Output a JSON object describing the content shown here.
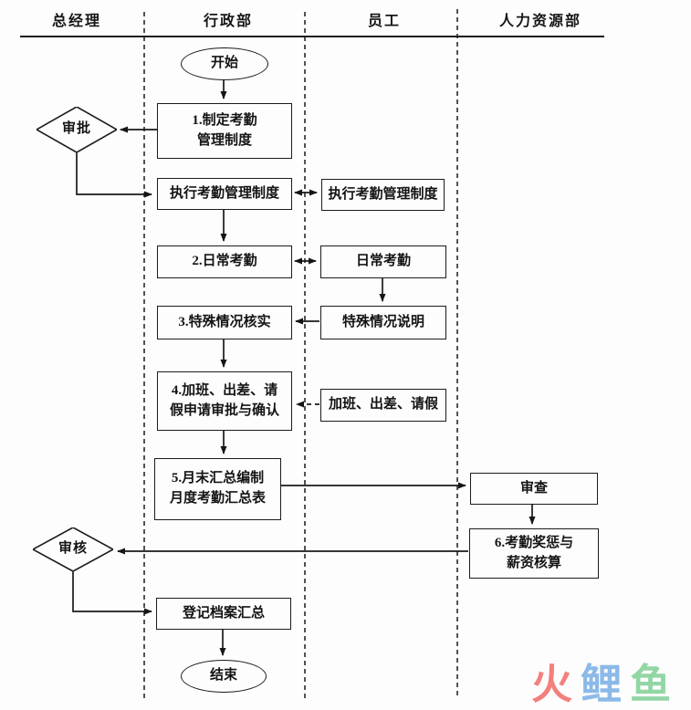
{
  "diagram": {
    "type": "cross-functional-flowchart",
    "lanes": [
      {
        "label": "总经理"
      },
      {
        "label": "行政部"
      },
      {
        "label": "员工"
      },
      {
        "label": "人力资源部"
      }
    ],
    "nodes": {
      "start": {
        "label": "开始",
        "shape": "terminator",
        "lane": "行政部"
      },
      "box1": {
        "label": "1.制定考勤\n管理制度",
        "shape": "process",
        "lane": "行政部"
      },
      "approve": {
        "label": "审批",
        "shape": "decision",
        "lane": "总经理"
      },
      "exec_admin": {
        "label": "执行考勤管理制度",
        "shape": "process",
        "lane": "行政部"
      },
      "exec_staff": {
        "label": "执行考勤管理制度",
        "shape": "process",
        "lane": "员工"
      },
      "box2": {
        "label": "2.日常考勤",
        "shape": "process",
        "lane": "行政部"
      },
      "daily_staff": {
        "label": "日常考勤",
        "shape": "process",
        "lane": "员工"
      },
      "box3": {
        "label": "3.特殊情况核实",
        "shape": "process",
        "lane": "行政部"
      },
      "special_staff": {
        "label": "特殊情况说明",
        "shape": "process",
        "lane": "员工"
      },
      "box4": {
        "label": "4.加班、出差、请\n假申请审批与确认",
        "shape": "process",
        "lane": "行政部"
      },
      "overtime_staff": {
        "label": "加班、出差、请假",
        "shape": "process",
        "lane": "员工"
      },
      "box5": {
        "label": "5.月末汇总编制\n月度考勤汇总表",
        "shape": "process",
        "lane": "行政部"
      },
      "review": {
        "label": "审查",
        "shape": "process",
        "lane": "人力资源部"
      },
      "box6": {
        "label": "6.考勤奖惩与\n薪资核算",
        "shape": "process",
        "lane": "人力资源部"
      },
      "check": {
        "label": "审核",
        "shape": "decision",
        "lane": "总经理"
      },
      "register": {
        "label": "登记档案汇总",
        "shape": "process",
        "lane": "行政部"
      },
      "end": {
        "label": "结束",
        "shape": "terminator",
        "lane": "行政部"
      }
    },
    "edges": [
      {
        "from": "start",
        "to": "box1",
        "style": "solid"
      },
      {
        "from": "box1",
        "to": "approve",
        "style": "solid"
      },
      {
        "from": "approve",
        "to": "exec_admin",
        "style": "solid"
      },
      {
        "from": "exec_admin",
        "to": "exec_staff",
        "style": "double-headed"
      },
      {
        "from": "exec_admin",
        "to": "box2",
        "style": "solid"
      },
      {
        "from": "box2",
        "to": "daily_staff",
        "style": "double-headed"
      },
      {
        "from": "daily_staff",
        "to": "special_staff",
        "style": "solid"
      },
      {
        "from": "special_staff",
        "to": "box3",
        "style": "solid"
      },
      {
        "from": "box3",
        "to": "box4",
        "style": "solid"
      },
      {
        "from": "overtime_staff",
        "to": "box4",
        "style": "dashed"
      },
      {
        "from": "box4",
        "to": "box5",
        "style": "solid"
      },
      {
        "from": "box5",
        "to": "review",
        "style": "solid"
      },
      {
        "from": "review",
        "to": "box6",
        "style": "solid"
      },
      {
        "from": "box6",
        "to": "check",
        "style": "solid"
      },
      {
        "from": "check",
        "to": "register",
        "style": "solid"
      },
      {
        "from": "register",
        "to": "end",
        "style": "solid"
      }
    ],
    "line_color": "#1a1a1a"
  },
  "watermark": {
    "chars": [
      {
        "char": "火",
        "color": "#f2807d"
      },
      {
        "char": "鲤",
        "color": "#8cbae8"
      },
      {
        "char": "鱼",
        "color": "#93d6a5"
      }
    ]
  }
}
